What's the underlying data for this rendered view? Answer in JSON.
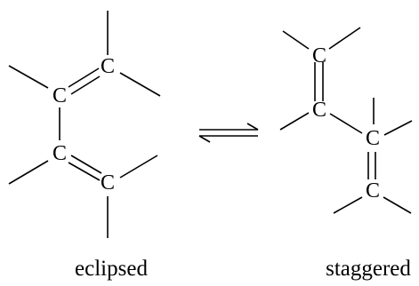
{
  "atom_symbol": "C",
  "labels": {
    "eclipsed": "eclipsed",
    "staggered": "staggered"
  },
  "colors": {
    "ink": "#000000",
    "background": "#ffffff"
  }
}
